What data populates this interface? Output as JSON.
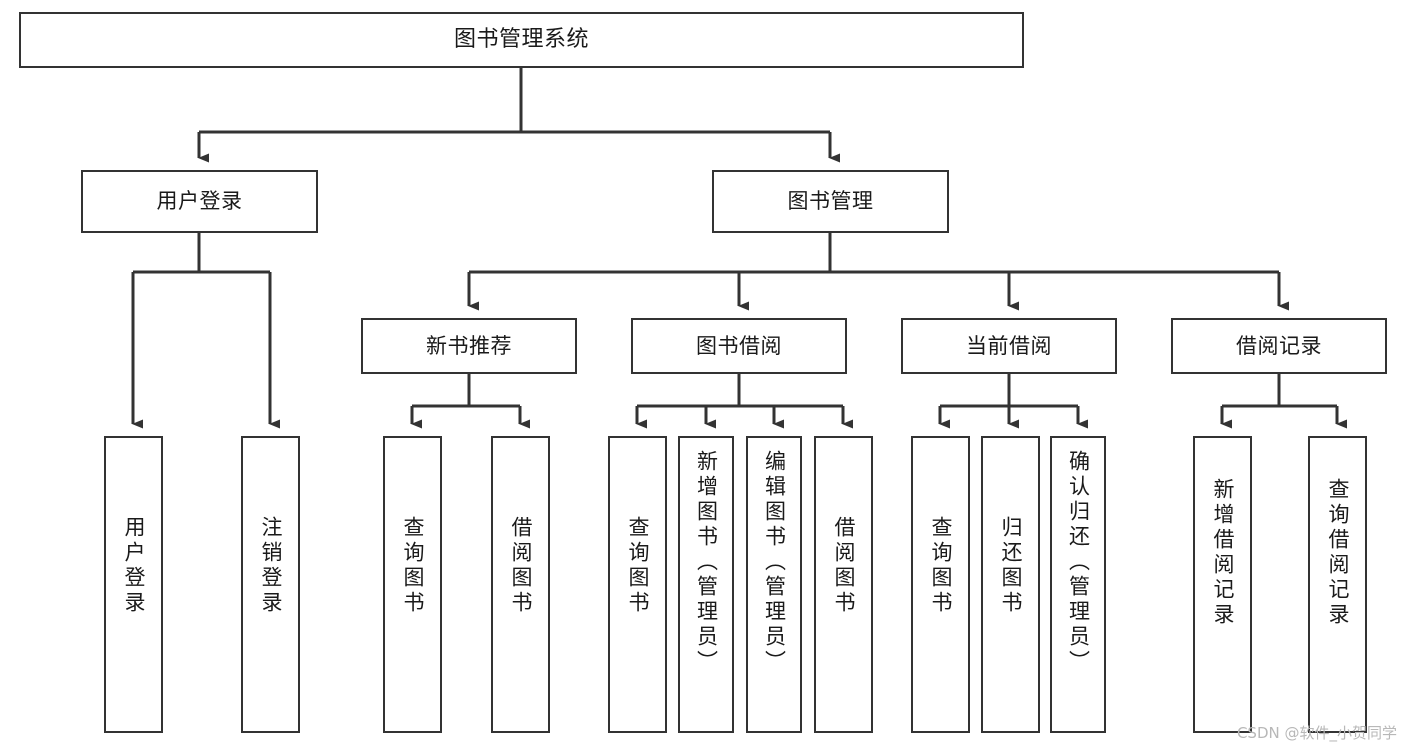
{
  "diagram": {
    "type": "tree",
    "title": "图书管理系统",
    "orientation": "top-down",
    "colors": {
      "background": "#ffffff",
      "node_border": "#333333",
      "node_fill": "#ffffff",
      "edge": "#333333",
      "text": "#1a1a1a",
      "watermark": "#b8b8b8"
    },
    "levels": 4
  },
  "nodes": {
    "root": {
      "label": "图书管理系统",
      "level": 1
    },
    "level2": [
      {
        "id": "user-login",
        "label": "用户登录",
        "level": 2
      },
      {
        "id": "book-manage",
        "label": "图书管理",
        "level": 2
      }
    ],
    "level3": [
      {
        "id": "new-book-recommend",
        "label": "新书推荐",
        "level": 3,
        "parent": "book-manage"
      },
      {
        "id": "book-borrow",
        "label": "图书借阅",
        "level": 3,
        "parent": "book-manage"
      },
      {
        "id": "current-borrow",
        "label": "当前借阅",
        "level": 3,
        "parent": "book-manage"
      },
      {
        "id": "borrow-record",
        "label": "借阅记录",
        "level": 3,
        "parent": "book-manage"
      }
    ],
    "leaves": [
      {
        "id": "leaf-user-login",
        "label": "用户登录",
        "parent": "user-login"
      },
      {
        "id": "leaf-user-logout",
        "label": "注销登录",
        "parent": "user-login"
      },
      {
        "id": "leaf-query-book-1",
        "label": "查询图书",
        "parent": "new-book-recommend"
      },
      {
        "id": "leaf-borrow-book-1",
        "label": "借阅图书",
        "parent": "new-book-recommend"
      },
      {
        "id": "leaf-query-book-2",
        "label": "查询图书",
        "parent": "book-borrow"
      },
      {
        "id": "leaf-add-book",
        "label": "新增图书（管理员）",
        "parent": "book-borrow"
      },
      {
        "id": "leaf-edit-book",
        "label": "编辑图书（管理员）",
        "parent": "book-borrow"
      },
      {
        "id": "leaf-borrow-book-2",
        "label": "借阅图书",
        "parent": "book-borrow"
      },
      {
        "id": "leaf-query-book-3",
        "label": "查询图书",
        "parent": "current-borrow"
      },
      {
        "id": "leaf-return-book",
        "label": "归还图书",
        "parent": "current-borrow"
      },
      {
        "id": "leaf-confirm-return",
        "label": "确认归还（管理员）",
        "parent": "current-borrow"
      },
      {
        "id": "leaf-add-record",
        "label": "新增借阅记录",
        "parent": "borrow-record"
      },
      {
        "id": "leaf-query-record",
        "label": "查询借阅记录",
        "parent": "borrow-record"
      }
    ]
  },
  "watermark": {
    "text": "CSDN @软件_小贺同学"
  }
}
